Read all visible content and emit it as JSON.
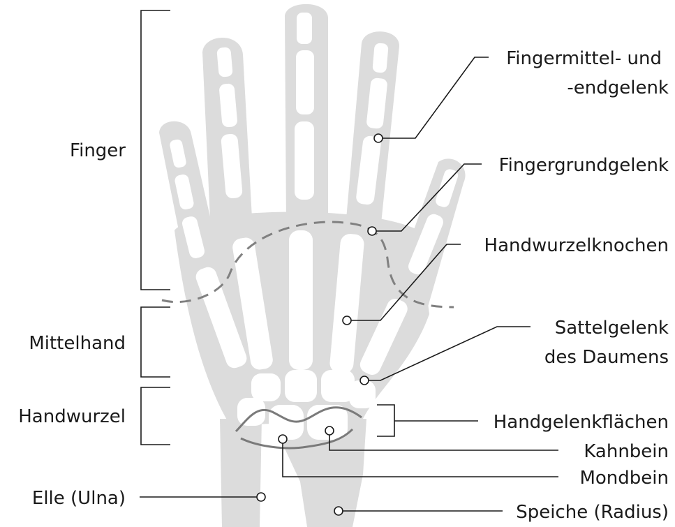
{
  "labels": {
    "finger": "Finger",
    "mittelhand": "Mittelhand",
    "handwurzel": "Handwurzel",
    "elle": "Elle (Ulna)",
    "fingermittel_line1": "Fingermittel- und",
    "fingermittel_line2": "-endgelenk",
    "fingergrund": "Fingergrundgelenk",
    "handwurzelknochen": "Handwurzelknochen",
    "sattel_line1": "Sattelgelenk",
    "sattel_line2": "des Daumens",
    "handgelenkflaechen": "Handgelenkflächen",
    "kahnbein": "Kahnbein",
    "mondbein": "Mondbein",
    "speiche": "Speiche (Radius)"
  },
  "colors": {
    "silhouette": "#dcdcdc",
    "bone": "#ffffff",
    "dashed_outline": "#808080",
    "text": "#1a1a1a"
  }
}
